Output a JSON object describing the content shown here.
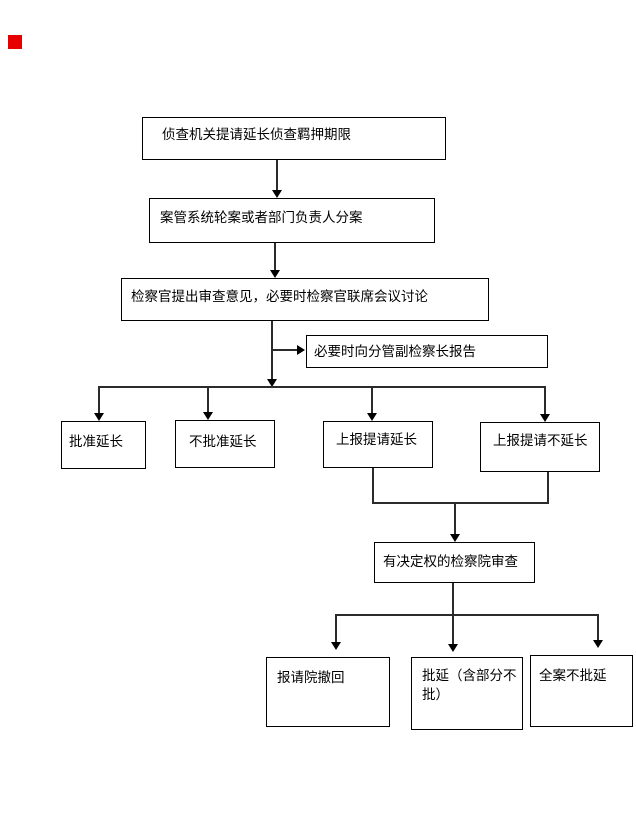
{
  "page": {
    "background": "#ffffff",
    "line_color": "#2b2b2b",
    "box_border_color": "#000000",
    "text_color": "#000000"
  },
  "marker": {
    "color": "#e60000"
  },
  "flowchart": {
    "nodes": [
      {
        "id": "start",
        "label": "侦查机关提请延长侦查羁押期限"
      },
      {
        "id": "case-assignment",
        "label": "案管系统轮案或者部门负责人分案"
      },
      {
        "id": "prosecutor-review",
        "label": "检察官提出审查意见，必要时检察官联席会议讨论"
      },
      {
        "id": "report-deputy-chief",
        "label": "必要时向分管副检察长报告"
      },
      {
        "id": "approve-extension",
        "label": "批准延长"
      },
      {
        "id": "disapprove-extension",
        "label": "不批准延长"
      },
      {
        "id": "submit-request-extension",
        "label": "上报提请延长"
      },
      {
        "id": "submit-request-no-extension",
        "label": "上报提请不延长"
      },
      {
        "id": "authorized-procuratorate-review",
        "label": "有决定权的检察院审查"
      },
      {
        "id": "request-withdrawal",
        "label": "报请院撤回"
      },
      {
        "id": "approve-delay-partial",
        "label": "批延（含部分不\n批）"
      },
      {
        "id": "whole-case-no-delay",
        "label": "全案不批延"
      }
    ]
  }
}
